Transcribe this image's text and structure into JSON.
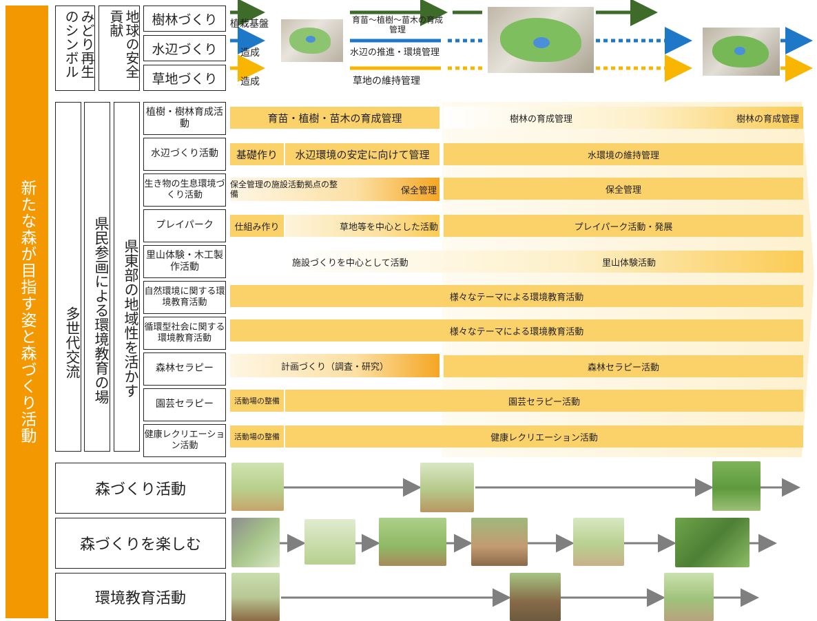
{
  "sidebar": {
    "title": "新たな森が目指す姿と森づくり活動"
  },
  "top": {
    "col1": "みどり再生のシンボル",
    "col2": "地球の安全貢献",
    "rows": [
      {
        "label": "樹林づくり",
        "a": "植栽基盤",
        "b": "育苗～植樹～苗木の育成管理",
        "color": "#3E6B2A"
      },
      {
        "label": "水辺づくり",
        "a": "造成",
        "b": "水辺の推進・環境管理",
        "color": "#1E78C8"
      },
      {
        "label": "草地づくり",
        "a": "造成",
        "b": "草地の維持管理",
        "color": "#F9B600"
      }
    ]
  },
  "middle": {
    "col1": "多世代交流",
    "col2": "県民参画による環境教育の場",
    "col3": "県東部の地域性を活かす",
    "rows": [
      {
        "label": "植樹・樹林育成活動",
        "bars": [
          "育苗・植樹・苗木の育成管理",
          "樹林の育成管理",
          "樹林の育成管理"
        ]
      },
      {
        "label": "水辺づくり活動",
        "bars": [
          "基礎作り",
          "水辺環境の安定に向けて管理",
          "水環境の維持管理"
        ]
      },
      {
        "label": "生き物の生息環境づくり活動",
        "bars": [
          "保全管理の施設活動拠点の整備",
          "保全管理",
          "保全管理"
        ]
      },
      {
        "label": "プレイパーク",
        "bars": [
          "仕組み作り",
          "草地等を中心とした活動",
          "プレイパーク活動・発展"
        ]
      },
      {
        "label": "里山体験・木工製作活動",
        "bars": [
          "施設づくりを中心として活動",
          "里山体験活動"
        ]
      },
      {
        "label": "自然環境に関する環境教育活動",
        "bars": [
          "様々なテーマによる環境教育活動"
        ]
      },
      {
        "label": "循環型社会に関する環境教育活動",
        "bars": [
          "様々なテーマによる環境教育活動"
        ]
      },
      {
        "label": "森林セラピー",
        "bars": [
          "計画づくり（調査・研究）",
          "森林セラピー活動"
        ]
      },
      {
        "label": "園芸セラピー",
        "bars": [
          "活動場の整備",
          "園芸セラピー活動"
        ]
      },
      {
        "label": "健康レクリエーション活動",
        "bars": [
          "活動場の整備",
          "健康レクリエーション活動"
        ]
      }
    ]
  },
  "bottom": {
    "rows": [
      {
        "label": "森づくり活動"
      },
      {
        "label": "森づくりを楽しむ"
      },
      {
        "label": "環境教育活動"
      }
    ]
  },
  "colors": {
    "accent": "#F39800",
    "bar": "#FBD16A",
    "arrow": "#7F7F7F"
  }
}
